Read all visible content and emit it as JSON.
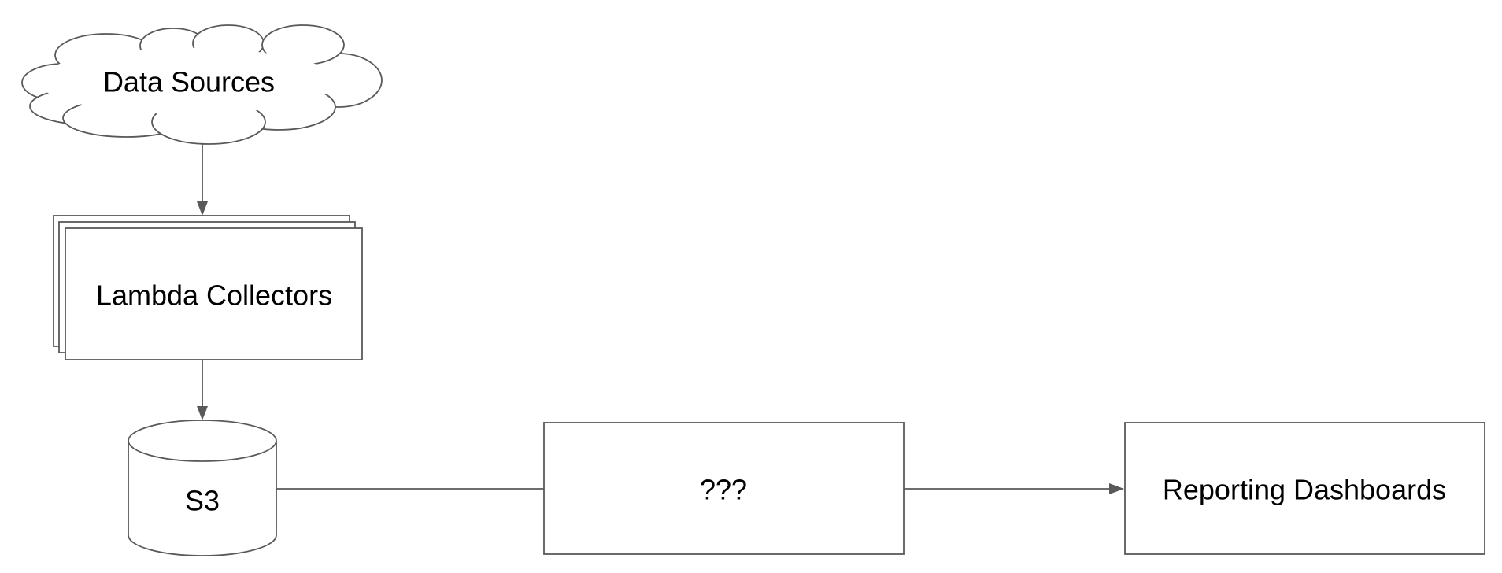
{
  "nodes": {
    "data_sources": {
      "label": "Data Sources",
      "shape": "cloud"
    },
    "lambda_collectors": {
      "label": "Lambda Collectors",
      "shape": "stacked-documents"
    },
    "s3": {
      "label": "S3",
      "shape": "cylinder"
    },
    "unknown_processor": {
      "label": "???",
      "shape": "rectangle"
    },
    "reporting_dashboards": {
      "label": "Reporting Dashboards",
      "shape": "rectangle"
    }
  },
  "edges": [
    {
      "from": "data_sources",
      "to": "lambda_collectors",
      "arrow": true
    },
    {
      "from": "lambda_collectors",
      "to": "s3",
      "arrow": true
    },
    {
      "from": "s3",
      "to": "unknown_processor",
      "arrow": false
    },
    {
      "from": "unknown_processor",
      "to": "reporting_dashboards",
      "arrow": true
    }
  ],
  "colors": {
    "stroke": "#595959",
    "text": "#000000",
    "background": "#ffffff"
  }
}
